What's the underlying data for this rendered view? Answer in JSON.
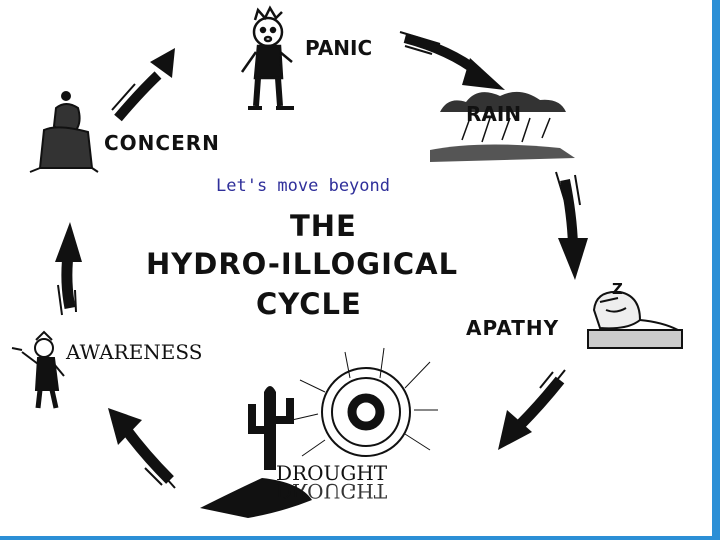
{
  "colors": {
    "frame": "#2b8fd6",
    "background": "#ffffff",
    "ink": "#111111",
    "subtitle": "#2f2f9a"
  },
  "diagram": {
    "subtitle": "Let's move beyond",
    "title_line1": "THE",
    "title_line2": "HYDRO-ILLOGICAL",
    "title_line3": "CYCLE",
    "stages": {
      "panic": "PANIC",
      "rain": "RAIN",
      "apathy": "APATHY",
      "drought": "DROUGHT",
      "drought_reflection": "DROUGHT",
      "awareness": "AWARENESS",
      "concern": "CONCERN"
    },
    "sleep_glyph": "Z"
  }
}
